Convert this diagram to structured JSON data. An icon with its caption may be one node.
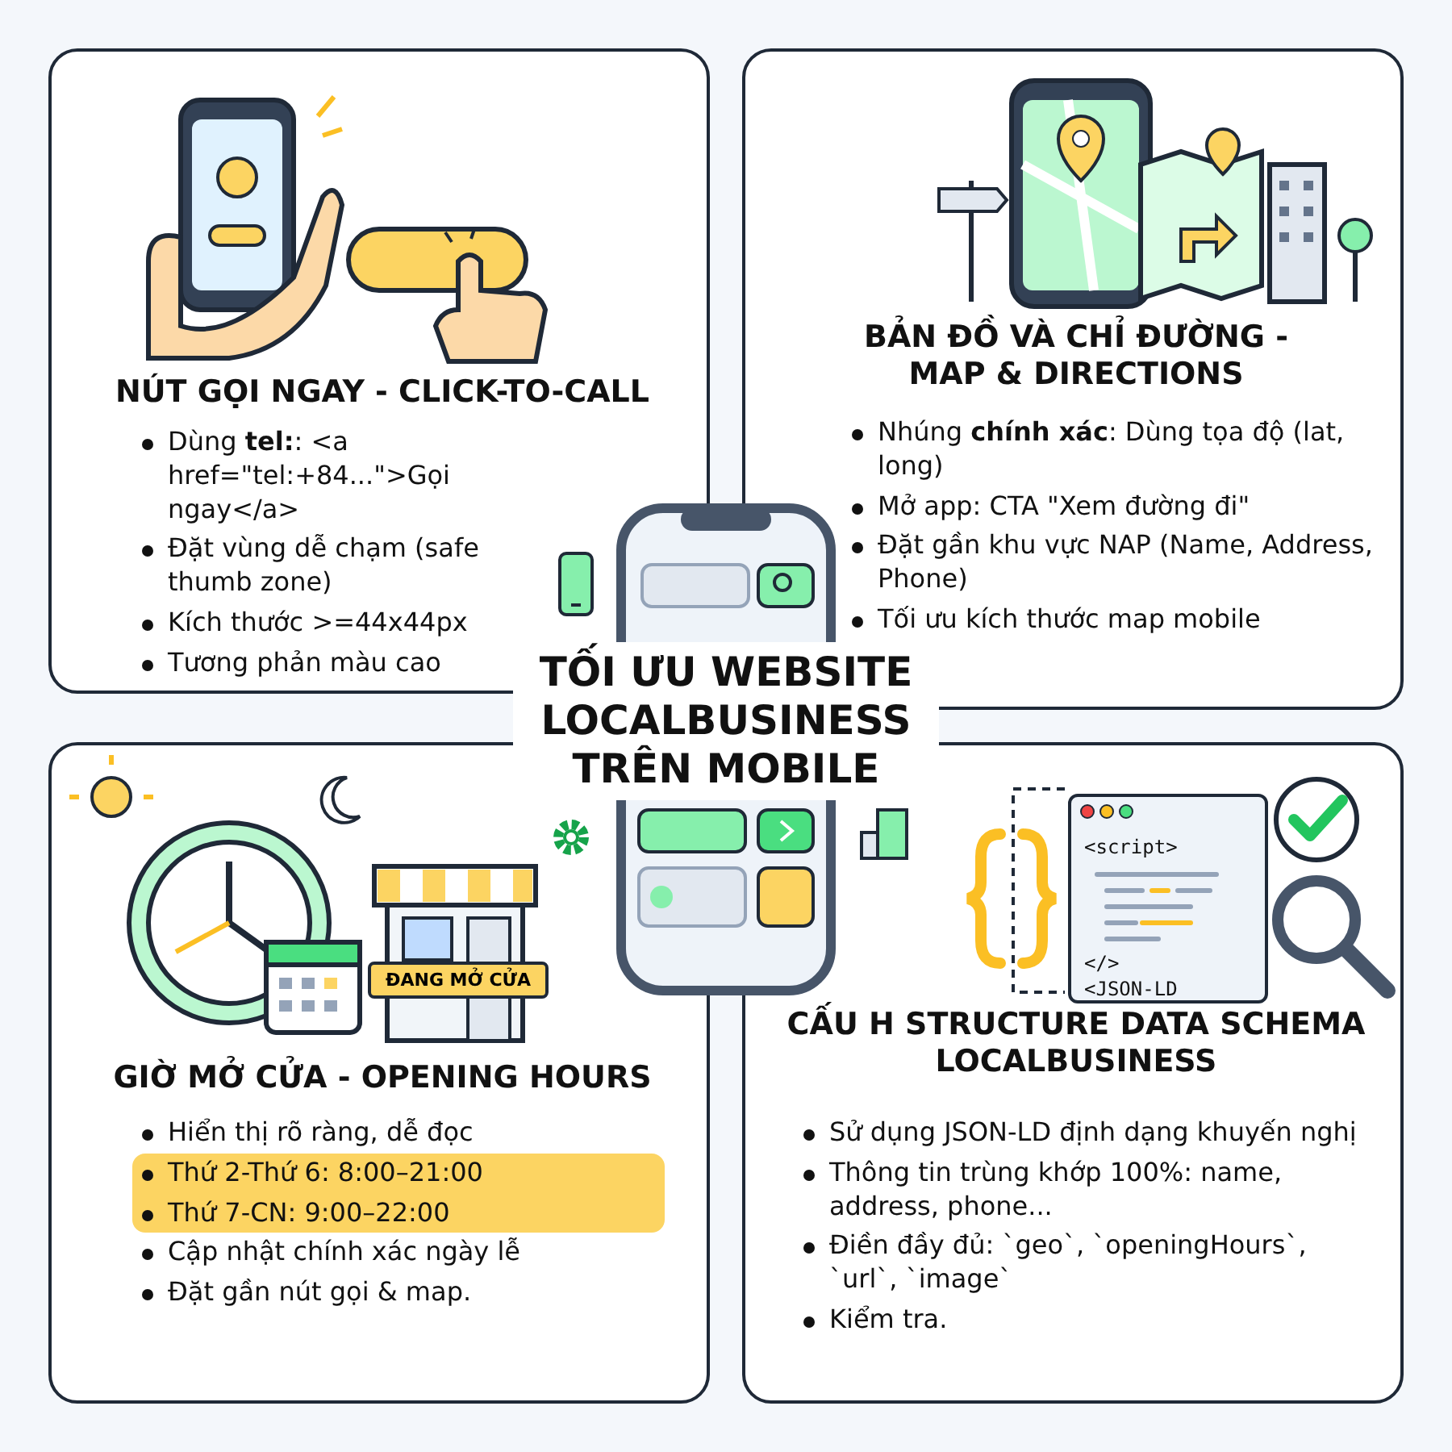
{
  "diagram": {
    "title": "TỐI ƯU WEBSITE LOCALBUSINESS TRÊN MOBILE",
    "nodes": [
      {
        "text": [
          "NÚT GỌI NGAY - CLICK-TO-CALL",
          "Dùng **tel:**: <a href=\"tel:+84...\">Gọi ngay</a>",
          "Đặt vùng dễ chạm (safe thumb zone)",
          "Kích thước >=44x44px",
          "Tương phản màu cao"
        ]
      },
      {
        "text": [
          "BẢN ĐỒ VÀ CHỈ ĐƯỜNG - MAP & DIRECTIONS",
          "Nhúng **chính xác**: Dùng tọa độ (lat, long)",
          "Mở app: CTA \"Xem đường đi\"",
          "Đặt gần khu vực NAP (Name, Address, Phone)",
          "Tối ưu kích thước map mobile"
        ]
      },
      {
        "text": [
          "GIỜ MỞ CỬA - OPENING HOURS",
          "Hiển thị rõ ràng, dễ đọc",
          "Thứ 2-Thứ 6: 8:00–21:00",
          "Thứ 7-CN: 9:00–22:00",
          "Cập nhật chính xác ngày lễ",
          "Đặt gần nút gọi & map."
        ]
      },
      {
        "text": [
          "ĐANG MỞ CỬA"
        ],
        "in": 2
      },
      {
        "text": [
          "CẤU H STRUCTURE DATA SCHEMA LOCALBUSINESS",
          "Sử dụng JSON-LD định dạng khuyến nghị",
          "Thông tin trùng khớp 100%: name, address, phone...",
          "Điền đầy đủ: `geo`, `openingHours`, `url`, `image`",
          "Kiểm tra."
        ]
      },
      {
        "text": [
          "<script>",
          "</>",
          "<JSON-LD"
        ],
        "in": 4
      }
    ]
  }
}
